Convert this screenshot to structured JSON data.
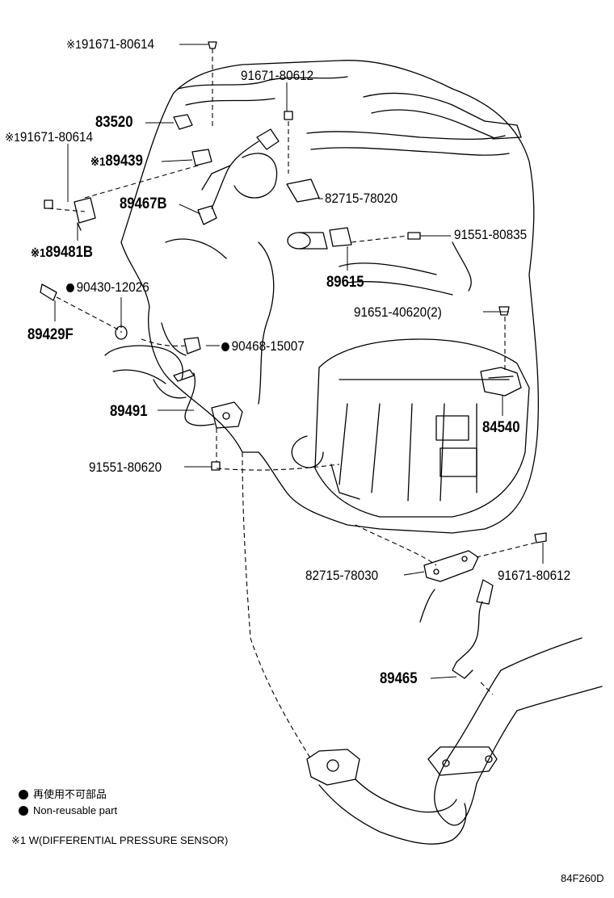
{
  "parts": {
    "p1": {
      "text": "91671-80614",
      "prefix": "※1"
    },
    "p2": {
      "text": "91671-80612"
    },
    "p3": {
      "text": "83520"
    },
    "p4": {
      "text": "91671-80614",
      "prefix": "※1"
    },
    "p5": {
      "text": "89439",
      "prefix": "※1"
    },
    "p6": {
      "text": "89467B"
    },
    "p7": {
      "text": "82715-78020"
    },
    "p8": {
      "text": "91551-80835"
    },
    "p9": {
      "text": "89481B",
      "prefix": "※1"
    },
    "p10": {
      "text": "89615"
    },
    "p11": {
      "text": "90430-12026"
    },
    "p12": {
      "text": "91651-40620(2)"
    },
    "p13": {
      "text": "89429F"
    },
    "p14": {
      "text": "90468-15007"
    },
    "p15": {
      "text": "89491"
    },
    "p16": {
      "text": "84540"
    },
    "p17": {
      "text": "91551-80620"
    },
    "p18": {
      "text": "82715-78030"
    },
    "p19": {
      "text": "91671-80612"
    },
    "p20": {
      "text": "89465"
    }
  },
  "legend": {
    "jp": "再使用不可部品",
    "en": "Non-reusable part",
    "note": "※1 W(DIFFERENTIAL PRESSURE SENSOR)"
  },
  "figure_code": "84F260D"
}
